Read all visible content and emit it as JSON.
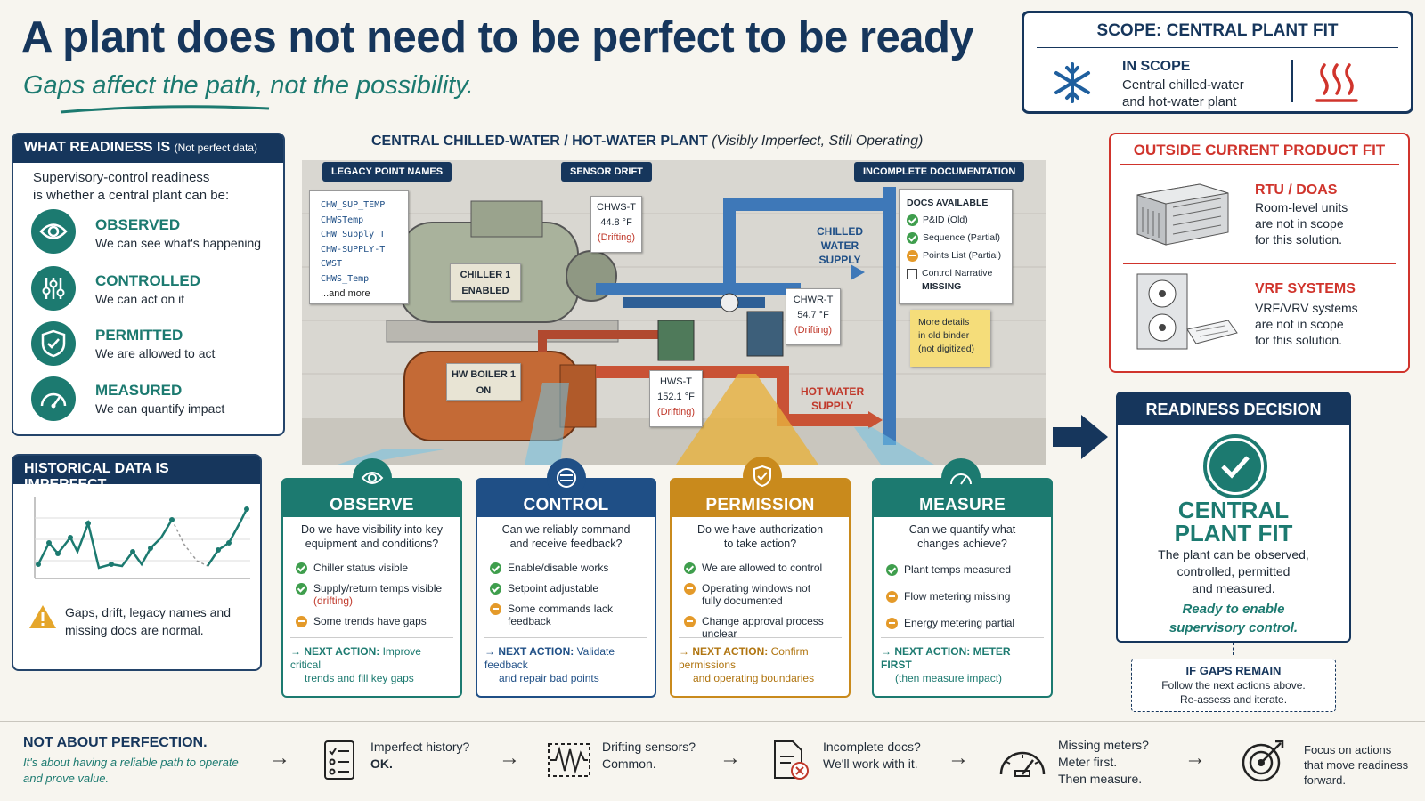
{
  "title": "A plant does not need to be perfect to be ready",
  "subtitle": "Gaps affect the path, not the possibility.",
  "scope": {
    "header": "SCOPE: CENTRAL PLANT FIT",
    "in_label": "IN SCOPE",
    "in_text_1": "Central chilled-water",
    "in_text_2": "and hot-water plant"
  },
  "outside": {
    "header": "OUTSIDE CURRENT PRODUCT FIT",
    "items": [
      {
        "title": "RTU / DOAS",
        "l1": "Room-level units",
        "l2": "are not in scope",
        "l3": "for this solution."
      },
      {
        "title": "VRF SYSTEMS",
        "l1": "VRF/VRV systems",
        "l2": "are not in scope",
        "l3": "for this solution."
      }
    ]
  },
  "readiness": {
    "header": "WHAT READINESS IS",
    "header_note": "(Not perfect data)",
    "intro_1": "Supervisory-control readiness",
    "intro_2": "is whether a central plant can be:",
    "items": [
      {
        "title": "OBSERVED",
        "desc": "We can see what's happening"
      },
      {
        "title": "CONTROLLED",
        "desc": "We can act on it"
      },
      {
        "title": "PERMITTED",
        "desc": "We are allowed to act"
      },
      {
        "title": "MEASURED",
        "desc": "We can quantify impact"
      }
    ]
  },
  "history": {
    "header": "HISTORICAL DATA IS IMPERFECT",
    "note_1": "Gaps, drift, legacy names and",
    "note_2": "missing docs are normal."
  },
  "plant": {
    "title": "CENTRAL CHILLED-WATER / HOT-WATER PLANT",
    "title_note": "(Visibly Imperfect, Still Operating)",
    "tag_legacy": "LEGACY POINT NAMES",
    "tag_drift": "SENSOR DRIFT",
    "tag_docs": "INCOMPLETE DOCUMENTATION",
    "legacy_names": [
      "CHW_SUP_TEMP",
      "CHWSTemp",
      "CHW Supply T",
      "CHW-SUPPLY-T",
      "CWST",
      "CHWS_Temp"
    ],
    "legacy_more": "...and more",
    "chiller_1": "CHILLER 1",
    "chiller_2": "ENABLED",
    "boiler_1": "HW BOILER 1",
    "boiler_2": "ON",
    "chws_label": "CHWS-T",
    "chws_value": "44.8 °F",
    "chwr_label": "CHWR-T",
    "chwr_value": "54.7 °F",
    "hws_label": "HWS-T",
    "hws_value": "152.1 °F",
    "drifting": "(Drifting)",
    "chilled_1": "CHILLED",
    "chilled_2": "WATER",
    "chilled_3": "SUPPLY",
    "hot_1": "HOT WATER",
    "hot_2": "SUPPLY",
    "docs_header": "DOCS AVAILABLE",
    "docs": [
      "P&ID (Old)",
      "Sequence (Partial)",
      "Points List (Partial)",
      "Control Narrative"
    ],
    "docs_missing": "MISSING",
    "note_1": "More details",
    "note_2": "in old binder",
    "note_3": "(not digitized)"
  },
  "cards": [
    {
      "title": "OBSERVE",
      "color": "#1c7a70",
      "q1": "Do we have visibility into key",
      "q2": "equipment and conditions?",
      "items": [
        "Chiller status visible",
        "Supply/return temps visible",
        "Some trends have gaps"
      ],
      "item_note": "(drifting)",
      "na_label": "NEXT ACTION:",
      "na_1": " Improve critical",
      "na_2": "trends and fill key gaps"
    },
    {
      "title": "CONTROL",
      "color": "#1f4f86",
      "q1": "Can we reliably command",
      "q2": "and receive feedback?",
      "items": [
        "Enable/disable works",
        "Setpoint adjustable",
        "Some commands lack",
        "feedback"
      ],
      "na_label": "NEXT ACTION:",
      "na_1": " Validate feedback",
      "na_2": "and repair bad points"
    },
    {
      "title": "PERMISSION",
      "color": "#c98a1c",
      "q1": "Do we have authorization",
      "q2": "to take action?",
      "items": [
        "We are allowed to control",
        "Operating windows not",
        "fully documented",
        "Change approval process",
        "unclear"
      ],
      "na_label": "NEXT ACTION:",
      "na_1": " Confirm permissions",
      "na_2": "and operating boundaries"
    },
    {
      "title": "MEASURE",
      "color": "#1c7a70",
      "q1": "Can we quantify what",
      "q2": "changes achieve?",
      "items": [
        "Plant temps measured",
        "Flow metering missing",
        "Energy metering partial"
      ],
      "na_label": "NEXT ACTION: METER FIRST",
      "na_2": "(then measure impact)"
    }
  ],
  "decision": {
    "header": "READINESS DECISION",
    "big_1": "CENTRAL",
    "big_2": "PLANT FIT",
    "d1": "The plant can be observed,",
    "d2": "controlled, permitted",
    "d3": "and measured.",
    "r1": "Ready to enable",
    "r2": "supervisory control.",
    "gap_title": "IF GAPS REMAIN",
    "gap_1": "Follow the next actions above.",
    "gap_2": "Re-assess and iterate."
  },
  "footer": {
    "head": "NOT ABOUT PERFECTION.",
    "sub_1": "It's about having a reliable path to operate",
    "sub_2": "and prove value.",
    "items": [
      {
        "l1": "Imperfect history?",
        "l2": "OK."
      },
      {
        "l1": "Drifting sensors?",
        "l2": "Common."
      },
      {
        "l1": "Incomplete docs?",
        "l2": "We'll work with it."
      },
      {
        "l1": "Missing meters?",
        "l2": "Meter first.",
        "l3": "Then measure."
      },
      {
        "l1": "Focus on actions",
        "l2": "that move readiness",
        "l3": "forward."
      }
    ]
  },
  "colors": {
    "navy": "#16365c",
    "teal": "#1c7a70",
    "red": "#d0342c",
    "gold": "#c98a1c",
    "blue": "#1f4f86"
  }
}
